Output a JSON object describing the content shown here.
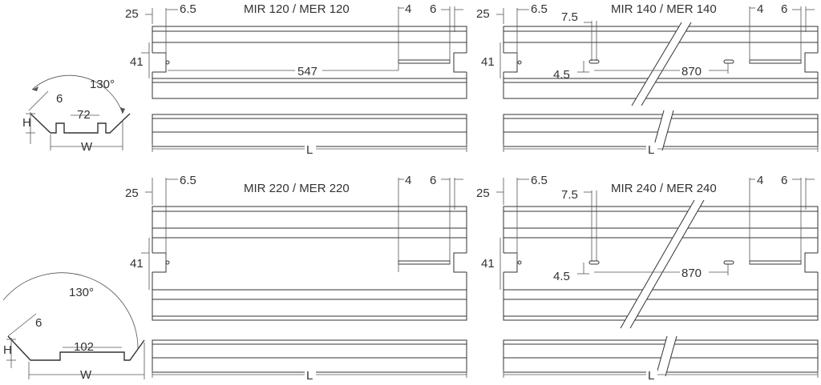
{
  "colors": {
    "line": "#333333",
    "dimension": "#555555",
    "background": "#ffffff"
  },
  "profiles": [
    {
      "label_width": "W",
      "label_height": "H",
      "label_bottom": "72",
      "label_lip": "6",
      "label_angle": "130°"
    },
    {
      "label_width": "W",
      "label_height": "H",
      "label_bottom": "102",
      "label_lip": "6",
      "label_angle": "130°"
    }
  ],
  "panels": [
    {
      "title": "MIR 120 / MER 120",
      "dim_25": "25",
      "dim_65": "6.5",
      "dim_41": "41",
      "dim_4": "4",
      "dim_6": "6",
      "dim_547": "547",
      "dim_L": "L"
    },
    {
      "title": "MIR 140 / MER 140",
      "dim_25": "25",
      "dim_65": "6.5",
      "dim_75": "7.5",
      "dim_41": "41",
      "dim_45": "4.5",
      "dim_870": "870",
      "dim_4": "4",
      "dim_6": "6",
      "dim_L": "L"
    },
    {
      "title": "MIR 220 / MER 220",
      "dim_25": "25",
      "dim_65": "6.5",
      "dim_41": "41",
      "dim_4": "4",
      "dim_6": "6",
      "dim_L": "L"
    },
    {
      "title": "MIR 240 / MER 240",
      "dim_25": "25",
      "dim_65": "6.5",
      "dim_75": "7.5",
      "dim_41": "41",
      "dim_45": "4.5",
      "dim_870": "870",
      "dim_4": "4",
      "dim_6": "6",
      "dim_L": "L"
    }
  ]
}
